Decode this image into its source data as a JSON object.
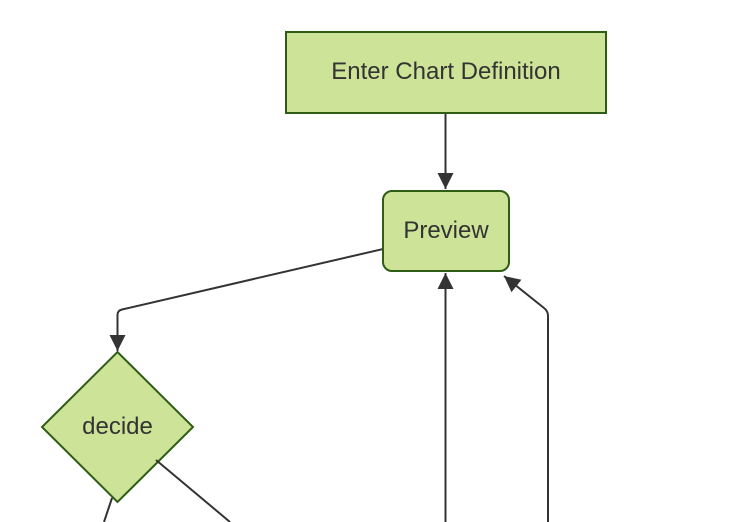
{
  "diagram": {
    "type": "flowchart",
    "background": "#ffffff",
    "nodes": [
      {
        "id": "enter-chart-definition",
        "label": "Enter Chart Definition",
        "shape": "rectangle"
      },
      {
        "id": "preview",
        "label": "Preview",
        "shape": "rounded-rectangle"
      },
      {
        "id": "decide",
        "label": "decide",
        "shape": "diamond"
      }
    ],
    "edges": [
      {
        "from": "enter-chart-definition",
        "to": "preview",
        "arrowhead": true
      },
      {
        "from": "preview",
        "to": "decide",
        "arrowhead": true
      },
      {
        "from": "offscreen-bottom",
        "to": "preview",
        "arrowhead": true
      },
      {
        "from": "offscreen-bottom-right",
        "to": "preview",
        "arrowhead": true
      },
      {
        "from": "decide",
        "to": "offscreen-bottom",
        "arrowhead": false
      },
      {
        "from": "decide",
        "to": "offscreen-bottom-right",
        "arrowhead": false
      }
    ],
    "colors": {
      "node_fill": "#cde498",
      "node_border": "#2f5d16",
      "edge_line": "#333333",
      "text": "#333333",
      "background": "#ffffff"
    }
  }
}
